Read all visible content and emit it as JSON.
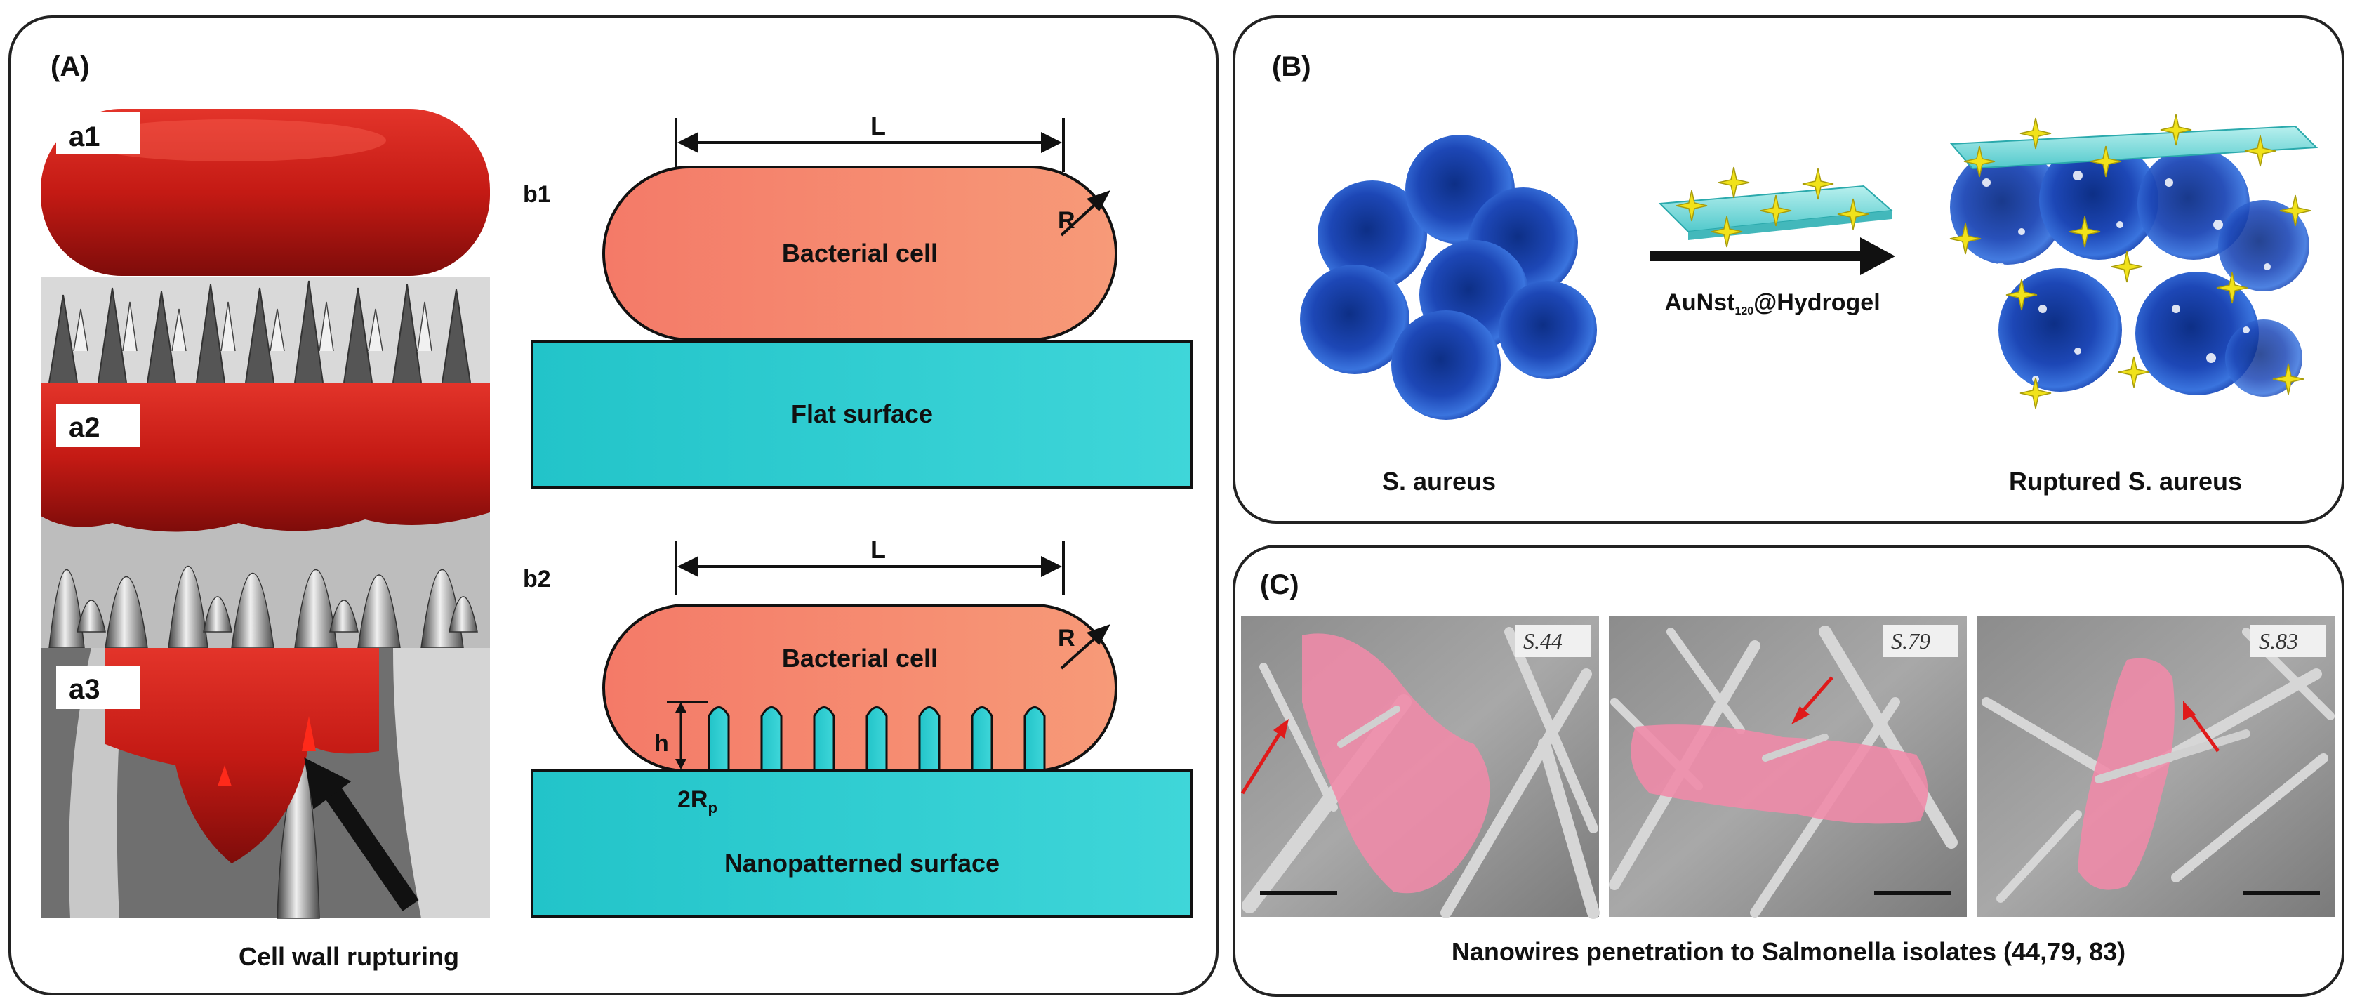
{
  "panel_a": {
    "label": "(A)",
    "a1": "a1",
    "a2": "a2",
    "a3": "a3",
    "b1": "b1",
    "b2": "b2",
    "length_label": "L",
    "radius_label": "R",
    "length_label_2": "L",
    "radius_label_2": "R",
    "cell_label_1": "Bacterial cell",
    "cell_label_2": "Bacterial cell",
    "flat_surface": "Flat surface",
    "nano_surface": "Nanopatterned surface",
    "h_label": "h",
    "rp_label": "2R",
    "rp_sub": "p",
    "rupture_caption": "Cell wall rupturing"
  },
  "panel_b": {
    "label": "(B)",
    "reagent_main": "AuNst",
    "reagent_sub": "120",
    "reagent_suffix": "@Hydrogel",
    "left_caption": "S. aureus",
    "right_caption": "Ruptured S. aureus"
  },
  "panel_c": {
    "label": "(C)",
    "img1_tag": "S.44",
    "img2_tag": "S.79",
    "img3_tag": "S.83",
    "caption": "Nanowires penetration to Salmonella isolates (44,79, 83)"
  },
  "colors": {
    "cell_red": "#c41a14",
    "cell_salmon": "#f4836e",
    "surface_teal": "#2ccbd0",
    "coccus_blue": "#1a3fa8",
    "pink_overlay": "#f08aa8",
    "sem_gray": "#9a9a9a"
  }
}
